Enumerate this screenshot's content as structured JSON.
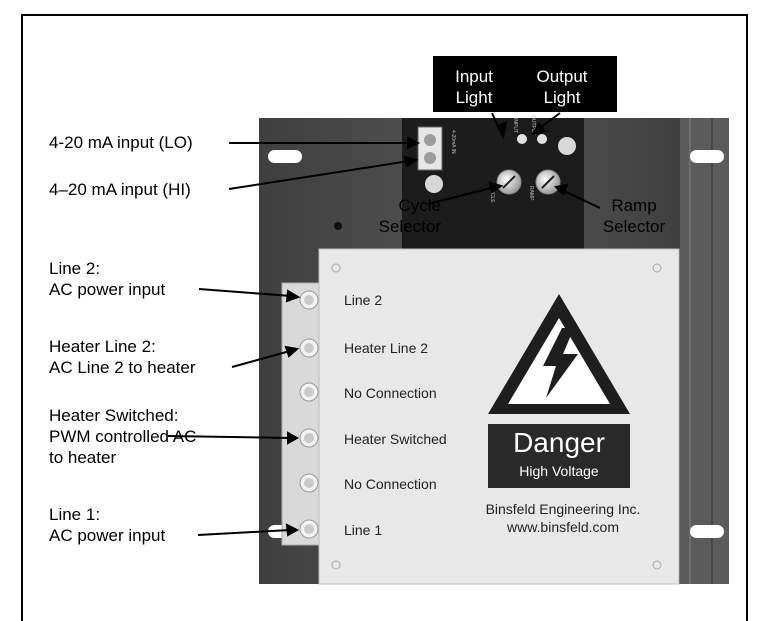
{
  "device": {
    "pcb_labels": {
      "connector": "4-20mA IN",
      "input": "INPUT",
      "output": "OUTPUT",
      "cycle": "CYCLE",
      "ramp": "RAMP"
    },
    "terminals": [
      "Line 2",
      "Heater Line 2",
      "No Connection",
      "Heater Switched",
      "No Connection",
      "Line 1"
    ],
    "warning": {
      "title": "Danger",
      "subtitle": "High Voltage"
    },
    "company": {
      "name": "Binsfeld Engineering Inc.",
      "url": "www.binsfeld.com"
    }
  },
  "callouts": {
    "input_light": [
      "Input",
      "Light"
    ],
    "output_light": [
      "Output",
      "Light"
    ],
    "lo_input": "4-20 mA input (LO)",
    "hi_input": "4–20 mA input (HI)",
    "cycle_selector": [
      "Cycle",
      "Selector"
    ],
    "ramp_selector": [
      "Ramp",
      "Selector"
    ],
    "line2": [
      "Line 2:",
      "AC power input"
    ],
    "heater_line2": [
      "Heater Line 2:",
      "AC Line 2 to heater"
    ],
    "heater_switched": [
      "Heater Switched:",
      "PWM controlled AC",
      "to heater"
    ],
    "line1": [
      "Line 1:",
      "AC power input"
    ]
  },
  "colors": {
    "housing": "#4a4a4a",
    "pcb": "#1c1c1c",
    "faceplate": "#e8e8e8",
    "callout_bg": "#000000"
  }
}
